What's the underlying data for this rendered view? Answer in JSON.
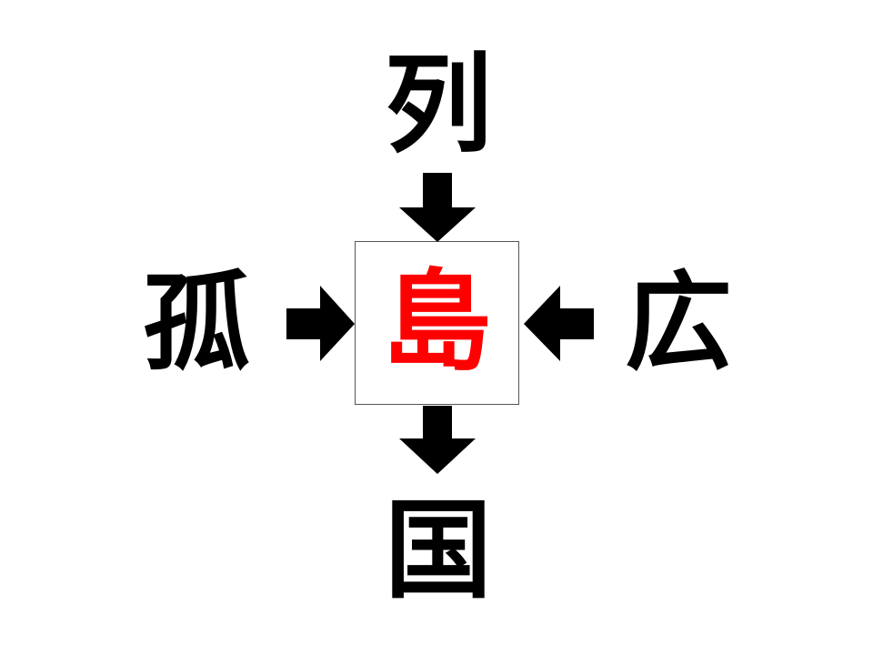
{
  "puzzle": {
    "top": "列",
    "left": "孤",
    "right": "広",
    "bottom": "国",
    "center": "島"
  },
  "colors": {
    "text": "#000000",
    "answer": "#ff0000",
    "arrow": "#000000"
  }
}
